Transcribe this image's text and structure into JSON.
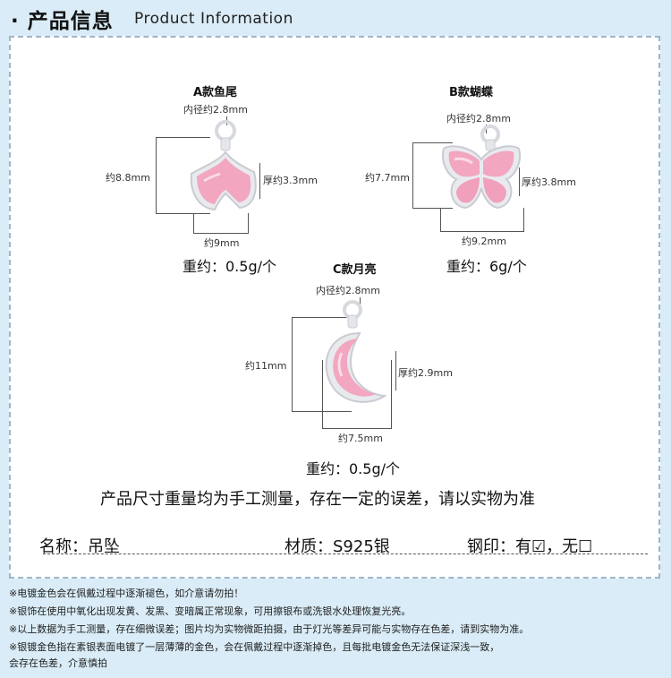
{
  "header": {
    "title": "· 产品信息",
    "subtitle": "Product Information"
  },
  "items": [
    {
      "name": "A款鱼尾",
      "inner": "内径约2.8mm",
      "height": "约8.8mm",
      "thickness": "厚约3.3mm",
      "width": "约9mm",
      "weight": "重约：0.5g/个"
    },
    {
      "name": "B款蝴蝶",
      "inner": "内径约2.8mm",
      "height": "约7.7mm",
      "thickness": "厚约3.8mm",
      "width": "约9.2mm",
      "weight": "重约：6g/个"
    },
    {
      "name": "C款月亮",
      "inner": "内径约2.8mm",
      "height": "约11mm",
      "thickness": "厚约2.9mm",
      "width": "约7.5mm",
      "weight": "重约：0.5g/个"
    }
  ],
  "disclaimer": "产品尺寸重量均为手工测量，存在一定的误差，请以实物为准",
  "specs": {
    "name": "名称：吊坠",
    "material": "材质：S925银",
    "stamp": "钢印：有☑，无☐"
  },
  "notes": [
    "※电镀金色会在佩戴过程中逐渐褪色，如介意请勿拍！",
    "※银饰在使用中氧化出现发黄、发黑、变暗属正常现象，可用擦银布或洗银水处理恢复光亮。",
    "※以上数据为手工测量，存在细微误差；图片均为实物微距拍摄，由于灯光等差异可能与实物存在色差，请到实物为准。",
    "※银镀金色指在素银表面电镀了一层薄薄的金色，会在佩戴过程中逐渐掉色，且每批电镀金色无法保证深浅一致，",
    "会存在色差，介意慎拍"
  ],
  "colors": {
    "background": "#d9ecf7",
    "enamel": "#f2a6c0",
    "silver": "#e4e6ea"
  }
}
